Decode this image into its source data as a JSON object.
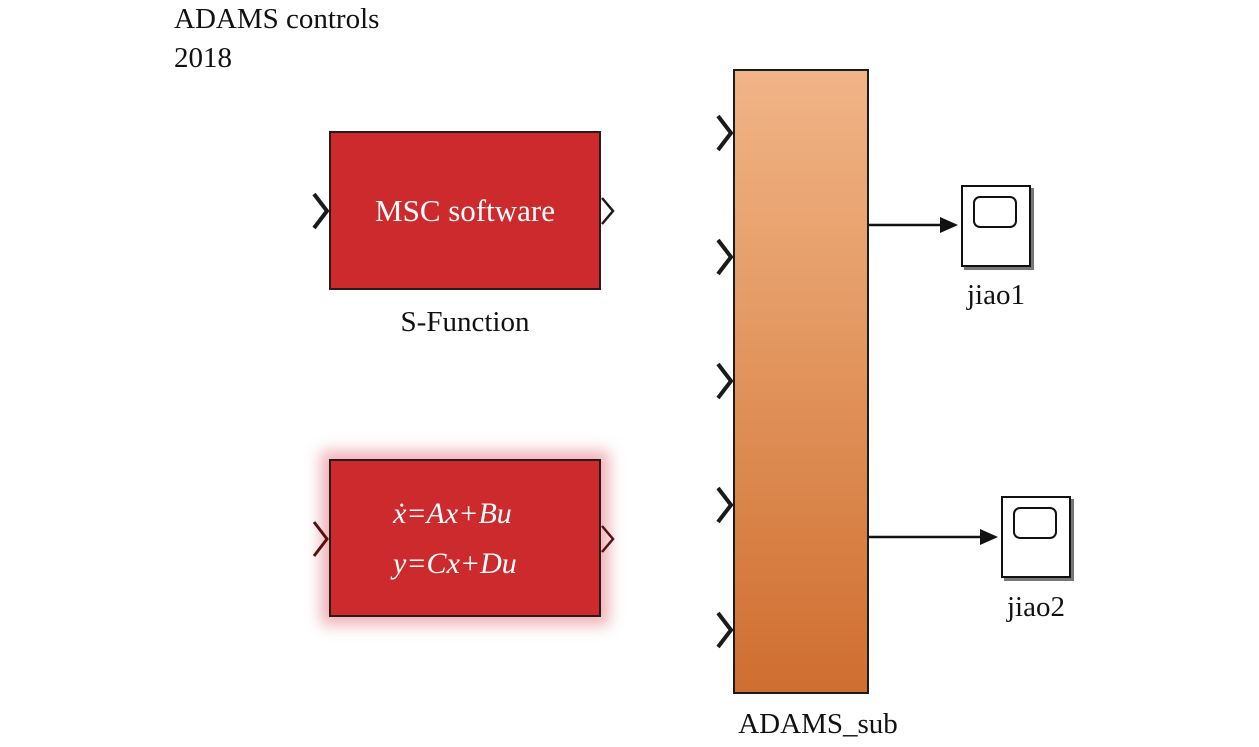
{
  "header": {
    "line1": "ADAMS controls",
    "line2": "2018"
  },
  "blocks": {
    "sfunction": {
      "text": "MSC software",
      "label": "S-Function"
    },
    "state_space": {
      "eq1": "ẋ=Ax+Bu",
      "eq2": "y=Cx+Du"
    },
    "subsystem": {
      "label": "ADAMS_sub",
      "input_count": 5
    },
    "scopes": [
      {
        "label": "jiao1"
      },
      {
        "label": "jiao2"
      }
    ]
  },
  "colors": {
    "block_red": "#cc2a2d",
    "subsystem_top": "#f1b487",
    "subsystem_bottom": "#cf6e30",
    "wire": "#111111",
    "port_chevron": "#1a1a1a",
    "port_chevron_dim": "#5a1010"
  }
}
